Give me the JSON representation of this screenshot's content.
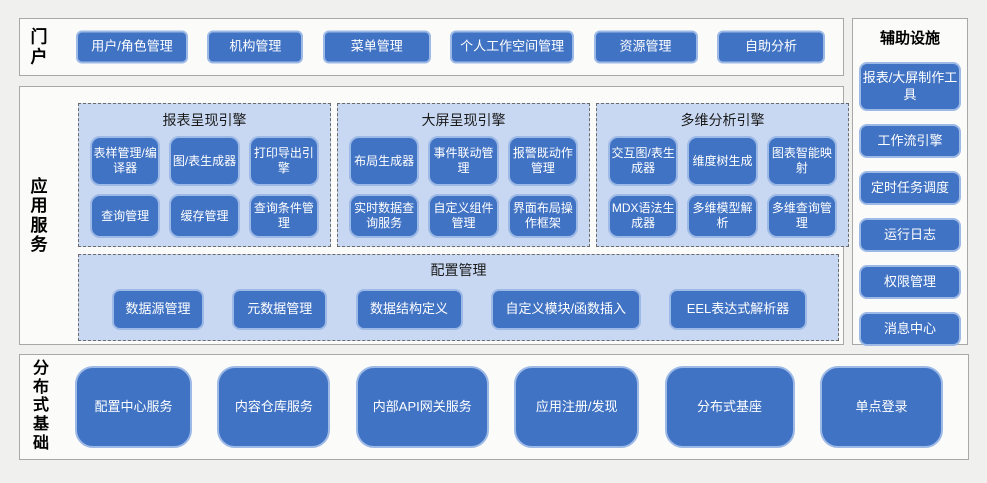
{
  "colors": {
    "page_background": "#f0f0ee",
    "section_background": "#fbfbfa",
    "section_border": "#a8a8a8",
    "node_fill": "#4173c4",
    "node_border": "#9db9e6",
    "panel_fill": "#c9d8f2",
    "panel_dash_border": "#6b6b6b",
    "node_text": "#ffffff"
  },
  "portal": {
    "label": "门户",
    "items": [
      "用户/角色管理",
      "机构管理",
      "菜单管理",
      "个人工作空间管理",
      "资源管理",
      "自助分析"
    ]
  },
  "app_services": {
    "label": "应用服务",
    "engines": [
      {
        "title": "报表呈现引擎",
        "items": [
          "表样管理/编译器",
          "图/表生成器",
          "打印导出引擎",
          "查询管理",
          "缓存管理",
          "查询条件管理"
        ]
      },
      {
        "title": "大屏呈现引擎",
        "items": [
          "布局生成器",
          "事件联动管理",
          "报警既动作管理",
          "实时数据查询服务",
          "自定义组件管理",
          "界面布局操作框架"
        ]
      },
      {
        "title": "多维分析引擎",
        "items": [
          "交互图/表生成器",
          "维度树生成",
          "图表智能映射",
          "MDX语法生成器",
          "多维模型解析",
          "多维查询管理"
        ]
      }
    ],
    "config": {
      "title": "配置管理",
      "items": [
        "数据源管理",
        "元数据管理",
        "数据结构定义",
        "自定义模块/函数插入",
        "EEL表达式解析器"
      ]
    }
  },
  "auxiliary": {
    "title": "辅助设施",
    "items": [
      "报表/大屏制作工具",
      "工作流引擎",
      "定时任务调度",
      "运行日志",
      "权限管理",
      "消息中心"
    ]
  },
  "distributed": {
    "label": "分布式基础",
    "items": [
      "配置中心服务",
      "内容仓库服务",
      "内部API网关服务",
      "应用注册/发现",
      "分布式基座",
      "单点登录"
    ]
  }
}
